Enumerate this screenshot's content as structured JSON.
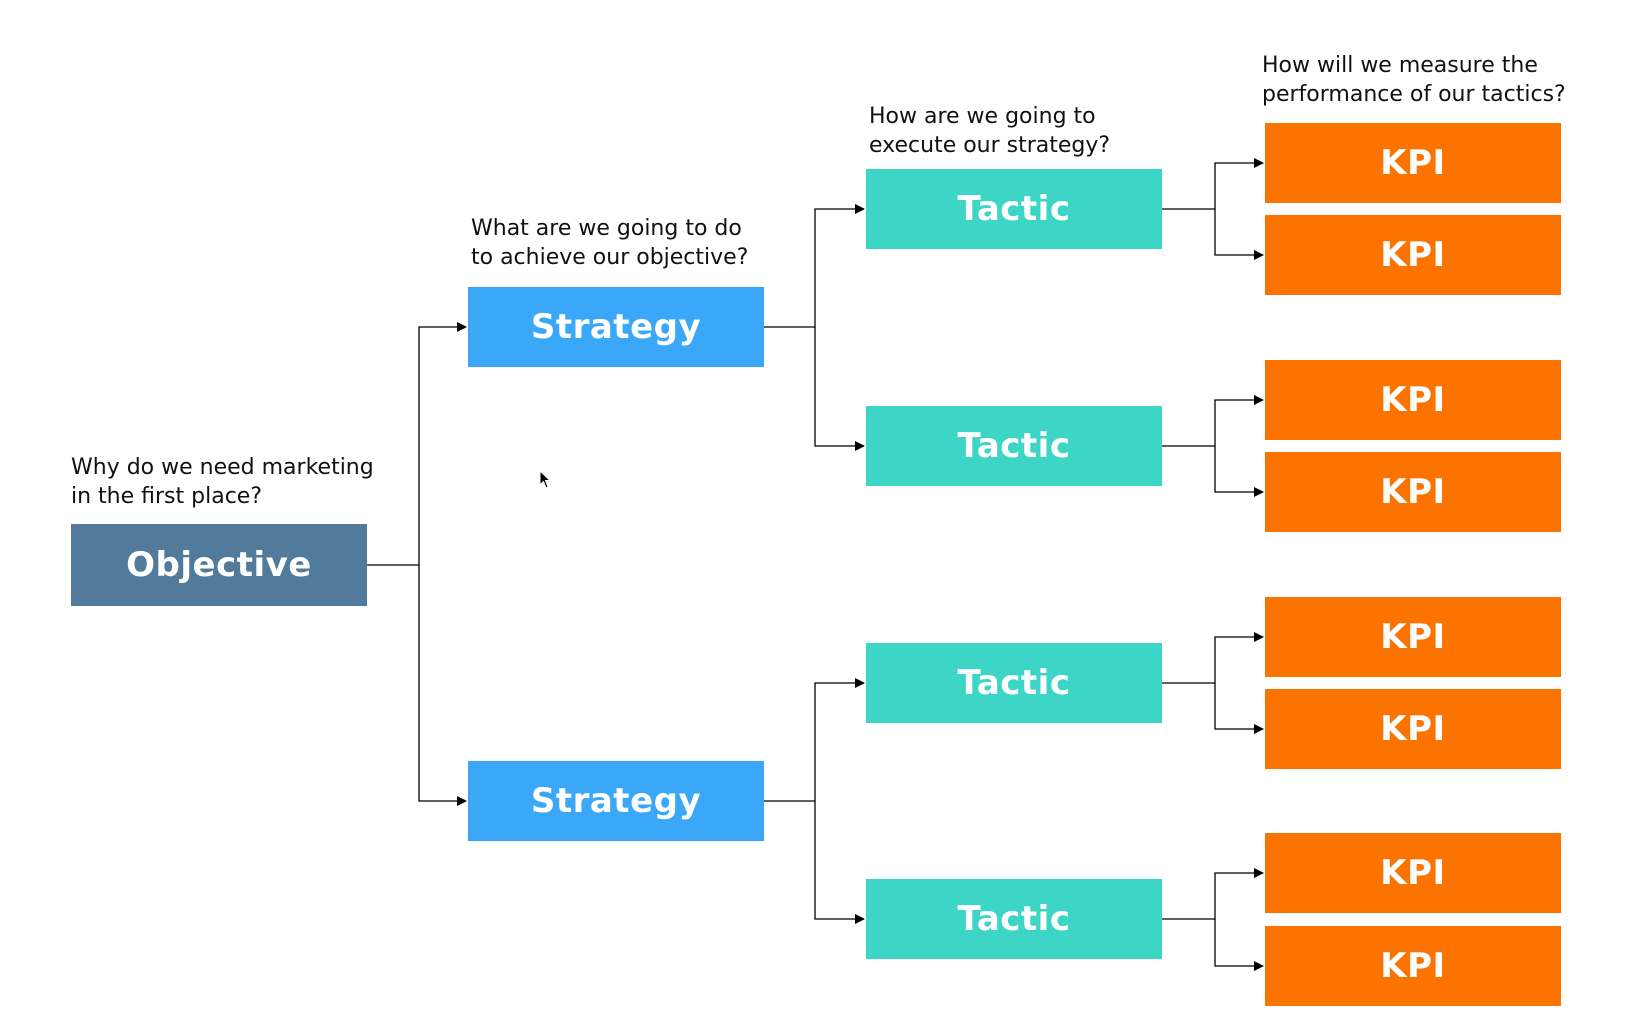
{
  "questions": {
    "objective": [
      "Why do we need marketing",
      "in the first place?"
    ],
    "strategy": [
      "What are we going to do",
      "to achieve our objective?"
    ],
    "tactic": [
      "How are we going to",
      "execute our strategy?"
    ],
    "kpi": [
      "How will we measure the",
      "performance of our tactics?"
    ]
  },
  "nodes": {
    "objective": "Objective",
    "strategies": [
      "Strategy",
      "Strategy"
    ],
    "tactics": [
      "Tactic",
      "Tactic",
      "Tactic",
      "Tactic"
    ],
    "kpis": [
      "KPI",
      "KPI",
      "KPI",
      "KPI",
      "KPI",
      "KPI",
      "KPI",
      "KPI"
    ]
  },
  "colors": {
    "objective": "#527a9a",
    "strategy": "#3aa7f8",
    "tactic": "#3dd6c6",
    "kpi": "#fd7300",
    "connector": "#000000"
  }
}
